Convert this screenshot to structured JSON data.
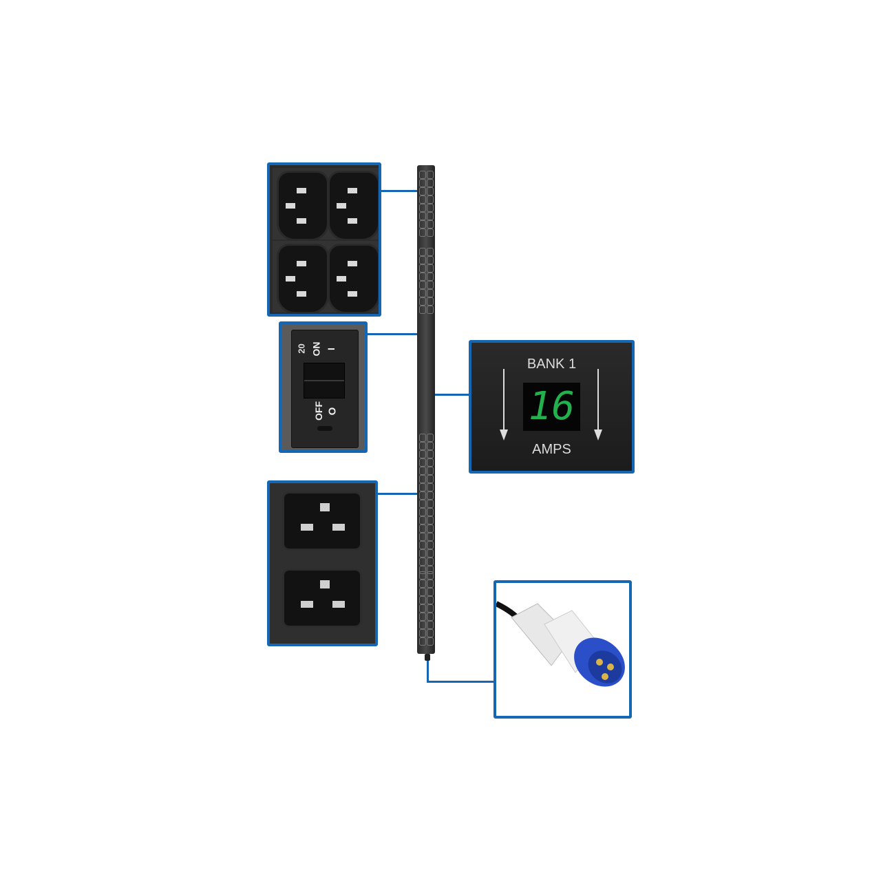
{
  "colors": {
    "callout_border": "#1566b3",
    "display_digits": "#22b14c",
    "plug_blue": "#2a4fc8"
  },
  "breaker": {
    "rating": "20",
    "on_label": "ON",
    "on_symbol": "I",
    "off_label": "OFF",
    "off_symbol": "O"
  },
  "display": {
    "title": "BANK 1",
    "value": "16",
    "unit": "AMPS"
  },
  "icons": [
    "c13-outlet-icon",
    "c19-outlet-icon",
    "down-arrow-icon",
    "iec-plug-icon"
  ]
}
